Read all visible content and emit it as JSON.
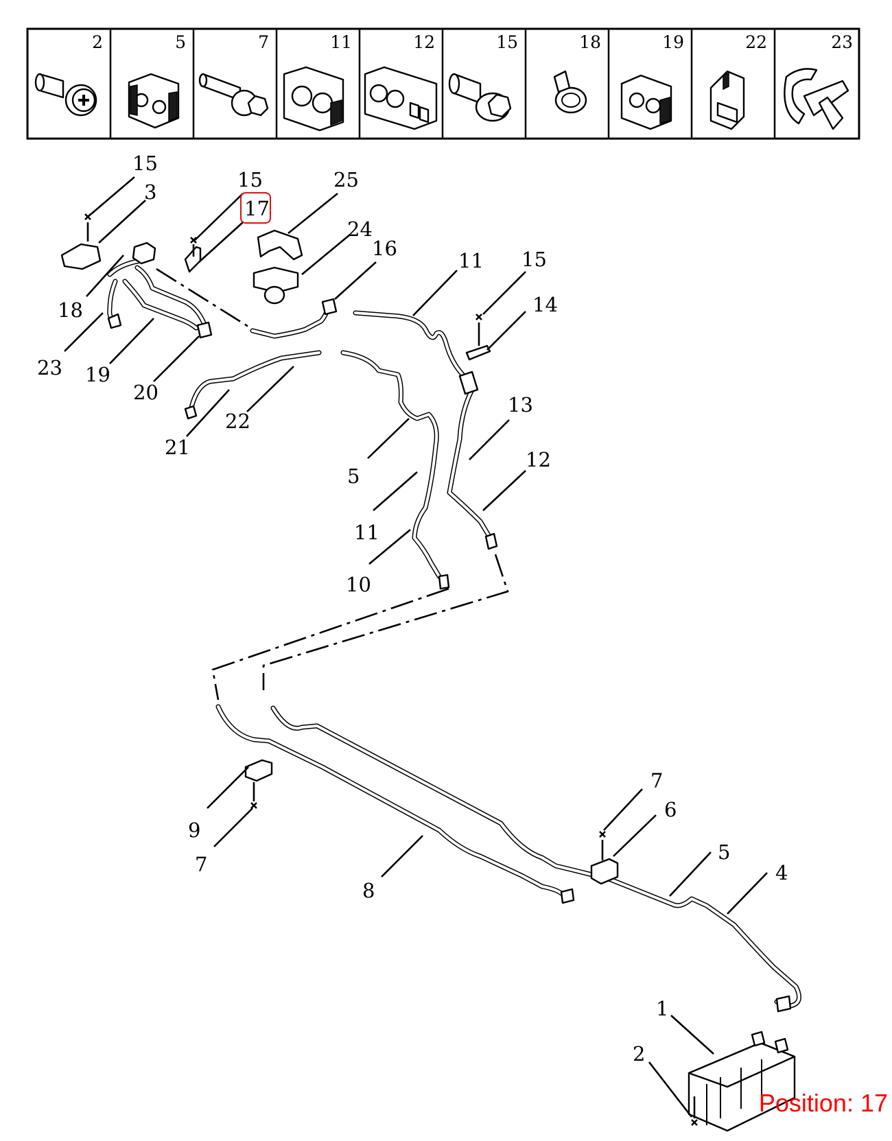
{
  "legend": {
    "cells": [
      "2",
      "5",
      "7",
      "11",
      "12",
      "15",
      "18",
      "19",
      "22",
      "23"
    ]
  },
  "callouts": {
    "c15_tl": "15",
    "c3": "3",
    "c18": "18",
    "c23": "23",
    "c19": "19",
    "c20": "20",
    "c15_tc": "15",
    "c17": "17",
    "c25": "25",
    "c24": "24",
    "c16": "16",
    "c21": "21",
    "c22": "22",
    "c11_t": "11",
    "c15_tr": "15",
    "c14": "14",
    "c13": "13",
    "c12": "12",
    "c5_m": "5",
    "c11_m": "11",
    "c10": "10",
    "c7_r": "7",
    "c6": "6",
    "c5_r": "5",
    "c4": "4",
    "c9": "9",
    "c7_l": "7",
    "c8": "8",
    "c1": "1",
    "c2": "2"
  },
  "highlight": {
    "target": "17",
    "color": "#e01010"
  },
  "position_badge": {
    "text": "Position: 17",
    "color": "#ff0000"
  }
}
